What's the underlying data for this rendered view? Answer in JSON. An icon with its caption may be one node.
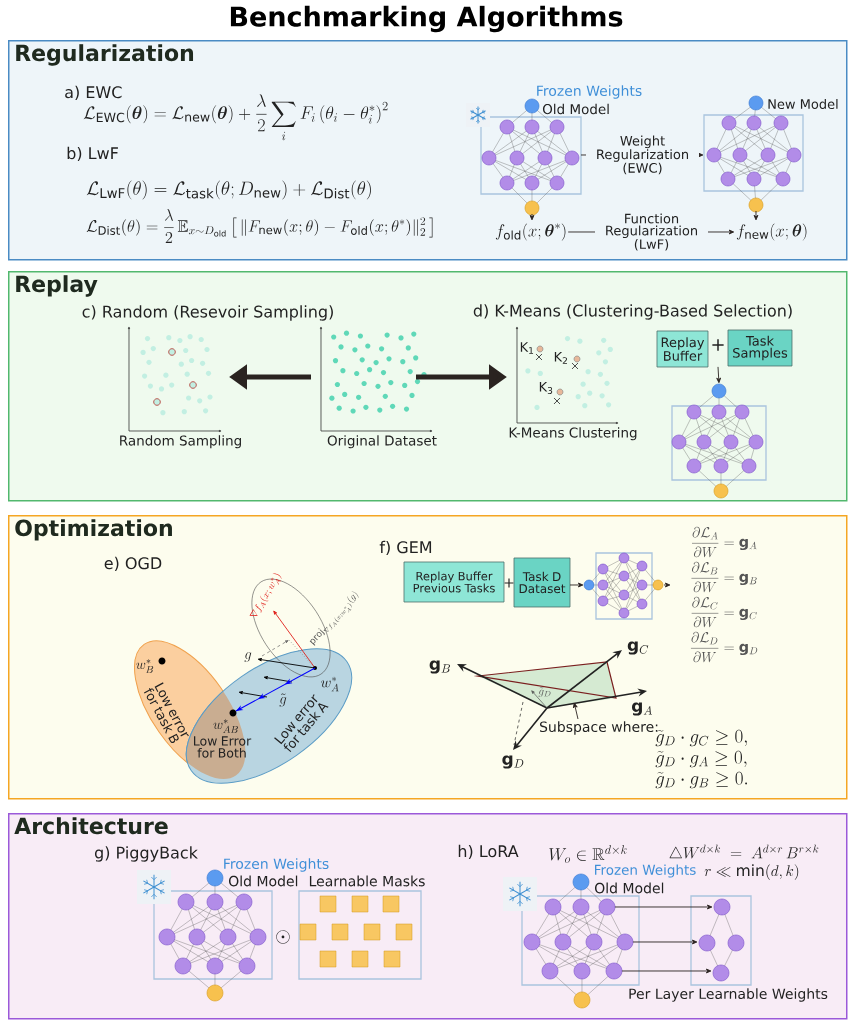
{
  "diagram": {
    "title": "Benchmarking Algorithms",
    "nodes": [
      {
        "text": [
          "Regularization"
        ]
      },
      {
        "text": [
          "Replay"
        ]
      },
      {
        "text": [
          "Optimization"
        ]
      },
      {
        "text": [
          "Architecture"
        ]
      },
      {
        "text": [
          "Old Model"
        ],
        "beside": [
          "Frozen Weights"
        ],
        "in": 0
      },
      {
        "text": [
          "New Model"
        ],
        "in": 0
      },
      {
        "text": [
          "f_{\\mathrm{old}}(x;\\boldsymbol{\\theta}^{*})"
        ],
        "in": 0
      },
      {
        "text": [
          "f_{\\mathrm{new}}(x;\\boldsymbol{\\theta})"
        ],
        "in": 0
      },
      {
        "text": [
          "Original Dataset"
        ],
        "in": 1
      },
      {
        "text": [
          "Random Sampling"
        ],
        "in": 1
      },
      {
        "text": [
          "K-Means Clustering"
        ],
        "in": 1
      },
      {
        "text": [
          "Replay Buffer"
        ],
        "in": 1
      },
      {
        "text": [
          "Task Samples"
        ],
        "in": 1
      },
      {
        "text": [],
        "shape": "picture",
        "in": 1
      },
      {
        "text": [
          "Low error for task B"
        ],
        "in": 2
      },
      {
        "text": [
          "Low error for task A"
        ],
        "in": 2
      },
      {
        "text": [
          "Low Error for Both"
        ],
        "in": 15
      },
      {
        "text": [
          "Replay Buffer Previous Tasks"
        ],
        "in": 2
      },
      {
        "text": [
          "Task D Dataset"
        ],
        "in": 2
      },
      {
        "text": [],
        "shape": "picture",
        "in": 2
      },
      {
        "text": [
          "Subspace where:"
        ],
        "in": 2
      },
      {
        "text": [
          "Old Model"
        ],
        "beside": [
          "Frozen Weights"
        ],
        "in": 3
      },
      {
        "text": [
          "Learnable Masks"
        ],
        "in": 3
      },
      {
        "text": [
          "Old Model"
        ],
        "beside": [
          "Frozen Weights"
        ],
        "in": 3
      },
      {
        "text": [
          "Per Layer Learnable Weights"
        ],
        "in": 3
      }
    ],
    "edges": [
      {
        "from": 4,
        "to": 5,
        "arrow": "to",
        "label": "Weight Regularization (EWC)"
      },
      {
        "from": 6,
        "to": 7,
        "arrow": "to",
        "label": "Function Regularization (LwF)"
      },
      {
        "from": 4,
        "to": 6,
        "arrow": "to"
      },
      {
        "from": 5,
        "to": 7,
        "arrow": "to"
      },
      {
        "from": 8,
        "to": 9,
        "arrow": "to",
        "style": "thick"
      },
      {
        "from": 8,
        "to": 10,
        "arrow": "to",
        "style": "thick"
      },
      {
        "from": 11,
        "to": 13,
        "arrow": "to"
      },
      {
        "from": 12,
        "to": 13,
        "arrow": "to"
      },
      {
        "from": 18,
        "to": 19,
        "arrow": "to"
      },
      {
        "from": 19,
        "to": null,
        "arrow": "to"
      },
      {
        "from": 20,
        "to": null,
        "arrow": "to"
      },
      {
        "from": 23,
        "to": 24,
        "arrow": "to"
      },
      {
        "from": 23,
        "to": 24,
        "arrow": "to"
      },
      {
        "from": 23,
        "to": 24,
        "arrow": "to"
      }
    ],
    "labels": [
      "a) EWC",
      "\\mathcal{L}_{\\mathrm{EWC}}(\\boldsymbol{\\theta}) = \\mathcal{L}_{\\mathrm{new}}(\\boldsymbol{\\theta}) + \\frac{\\lambda}{2}\\sum_i F_i\\left(\\theta_i - \\theta_i^{*}\\right)^2",
      "b) LwF",
      "\\mathcal{L}_{\\mathrm{LwF}}(\\theta) = \\mathcal{L}_{\\mathrm{task}}(\\theta; D_{\\mathrm{new}}) + \\mathcal{L}_{\\mathrm{Dist}}(\\theta)",
      "\\mathcal{L}_{\\mathrm{Dist}}(\\theta) = \\frac{\\lambda}{2}\\,\\mathbb{E}_{x\\sim D_{\\mathrm{old}}}\\left[\\,\\|F_{\\mathrm{new}}(x;\\theta) - F_{\\mathrm{old}}(x;\\theta^{*})\\|_2^2\\,\\right]",
      "c) Random (Resevoir Sampling)",
      "d) K-Means (Clustering-Based Selection)",
      "K$_{1}$",
      "K$_{2}$",
      "K$_{3}$",
      "+",
      "e) OGD",
      "f) GEM",
      "w_B^{*}",
      "w_{AB}^{*}",
      "w_A^{*}",
      "\\nabla f_A(x;w_A^{*})",
      "\\mathrm{proj}_{\\nabla f_A(x;w_A^{*})}(g)",
      "g",
      "\\tilde{g}",
      "+",
      "\\frac{\\partial\\mathcal{L}_A}{\\partial W}=\\mathbf{g}_A",
      "\\frac{\\partial\\mathcal{L}_B}{\\partial W}=\\mathbf{g}_B",
      "\\frac{\\partial\\mathcal{L}_C}{\\partial W}=\\mathbf{g}_C",
      "\\frac{\\partial\\mathcal{L}_D}{\\partial W}=\\mathbf{g}_D",
      "\\mathbf{g}_B",
      "\\mathbf{g}_C",
      "\\mathbf{g}_A",
      "\\mathbf{g}_D",
      "\\tilde{g}_D",
      "\\tilde{g}_D\\cdot g_C\\geq 0,",
      "\\tilde{g}_D\\cdot g_A\\geq 0,",
      "\\tilde{g}_D\\cdot g_B\\geq 0.",
      "g) PiggyBack",
      "\\odot",
      "h) LoRA",
      "W_o\\in\\mathbb{R}^{d\\times k}",
      "\\triangle W^{d\\times k}\\;=\\;A^{d\\times r}\\,B^{r\\times k}",
      "r\\ll\\min(d,k)"
    ]
  }
}
